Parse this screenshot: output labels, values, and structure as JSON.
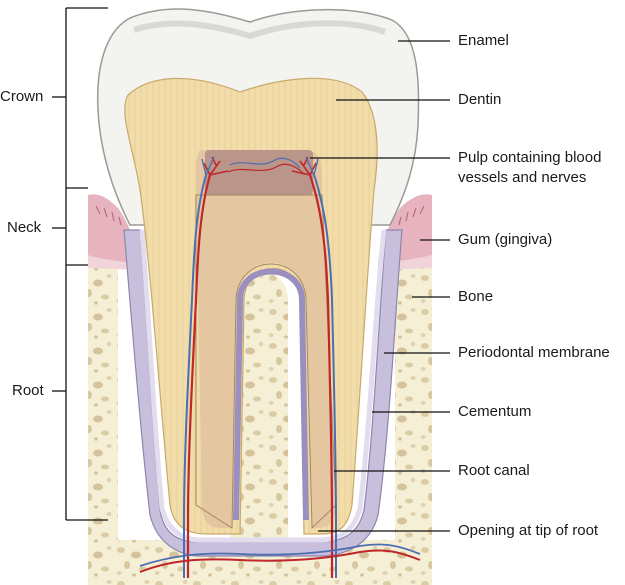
{
  "regions": {
    "crown": "Crown",
    "neck": "Neck",
    "root": "Root"
  },
  "labels": {
    "enamel": "Enamel",
    "dentin": "Dentin",
    "pulp_line1": "Pulp containing blood",
    "pulp_line2": "vessels and nerves",
    "gum": "Gum (gingiva)",
    "bone": "Bone",
    "periodontal": "Periodontal membrane",
    "cementum": "Cementum",
    "root_canal": "Root canal",
    "opening": "Opening at tip of root"
  },
  "colors": {
    "enamel": "#f3f3ef",
    "dentin": "#f1dcaa",
    "pulp": "#b9958a",
    "gum": "#e6b3bf",
    "bone": "#f5efd6",
    "bone_spot": "#d9c9a3",
    "periodontal": "#c7bfdc",
    "artery": "#c0262a",
    "vein": "#4d6fb0"
  }
}
